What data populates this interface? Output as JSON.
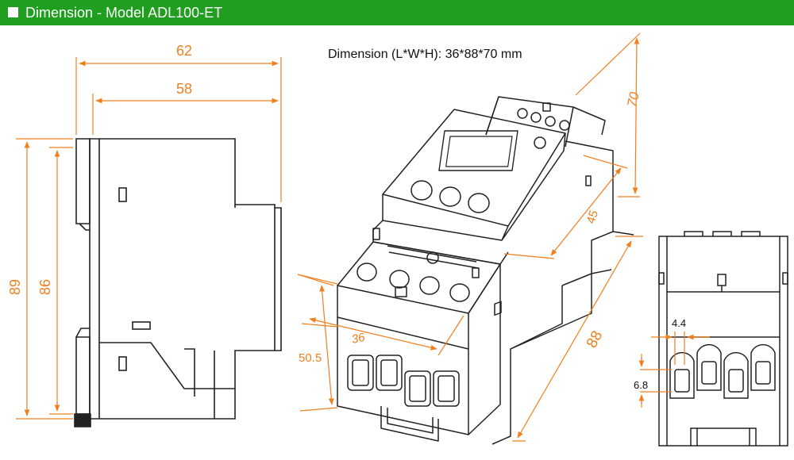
{
  "header": {
    "title": "Dimension - Model ADL100-ET"
  },
  "caption": {
    "text": "Dimension (L*W*H): 36*88*70 mm"
  },
  "colors": {
    "header_bg": "#1f9e1f",
    "dimension": "#f07f1e",
    "outline": "#222222"
  },
  "side_view": {
    "dim_total_width": "62",
    "dim_body_width": "58",
    "dim_total_height": "89",
    "dim_body_height": "86"
  },
  "iso_view": {
    "dim_height": "70",
    "dim_depth": "45",
    "dim_length": "88",
    "dim_width": "36",
    "dim_terminal_height": "50.5"
  },
  "front_view": {
    "dim_gap": "4.4",
    "dim_terminal": "6.8"
  }
}
